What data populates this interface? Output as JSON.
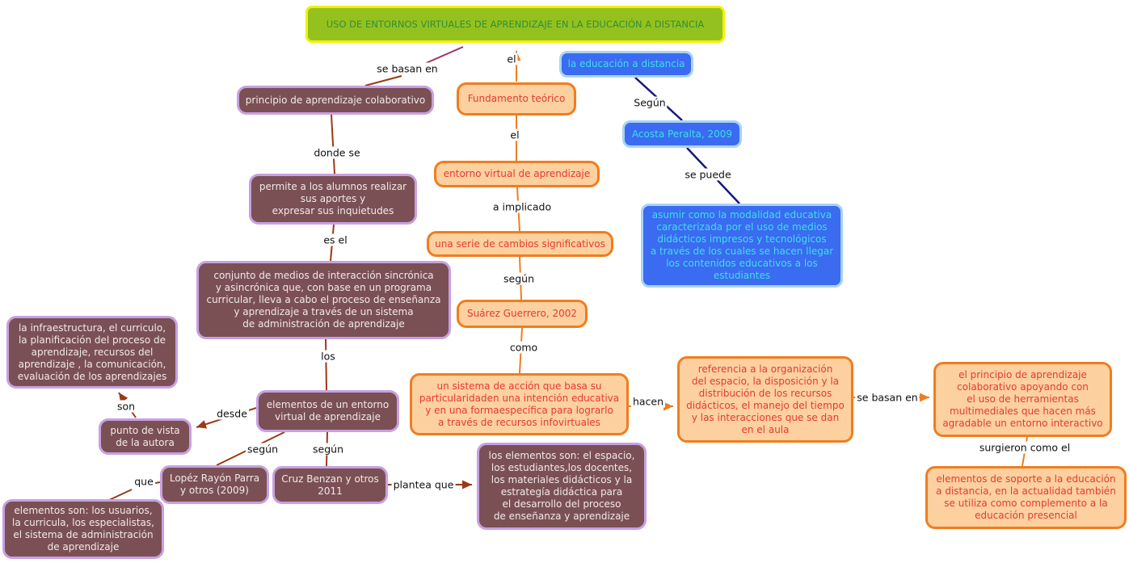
{
  "colors": {
    "title_fill": "#95C11F",
    "title_border": "#F0F202",
    "title_text": "#2F9038",
    "concept_brown_fill": "#7B5054",
    "concept_brown_border": "#C8A0E2",
    "concept_brown_text": "#F1E9E9",
    "concept_orange_fill": "#FDD0A0",
    "concept_orange_border": "#F07D1F",
    "concept_orange_text": "#E43B2E",
    "concept_blue_fill": "#3A6BF0",
    "concept_blue_border": "#A9D3F5",
    "concept_blue_text": "#3EDEE8",
    "line_brown": "#9A3A14",
    "line_orange": "#F07D1F",
    "line_navy": "#17177E",
    "line_purple": "#993366"
  },
  "nodes": {
    "title": "USO DE ENTORNOS VIRTUALES DE APRENDIZAJE EN LA EDUCACIÓN A DISTANCIA",
    "principio_colaborativo": "principio de aprendizaje colaborativo",
    "fundamento_teorico": "Fundamento teórico",
    "educacion_distancia": "la educación a distancia",
    "acosta_peralta": "Acosta Peralta, 2009",
    "entorno_virtual": "entorno virtual de aprendizaje",
    "permite_alumnos": "permite a los alumnos realizar\nsus aportes y\nexpresar sus inquietudes",
    "serie_cambios": "una serie de cambios significativos",
    "asumir_modalidad": "asumir como la modalidad educativa\ncaracterizada por el uso de medios\ndidácticos impresos y tecnológicos\na través de los cuales se hacen llegar\nlos contenidos educativos a los\nestudiantes",
    "conjunto_medios": "conjunto de medios de interacción sincrónica\ny asincrónica que, con base en un programa\ncurricular, lleva a cabo el proceso de enseñanza\ny aprendizaje a través de un sistema\nde administración de aprendizaje",
    "suarez_guerrero": "Suárez Guerrero, 2002",
    "infraestructura": "la infraestructura, el curriculo,\nla planificación del proceso de\naprendizaje, recursos del\naprendizaje , la comunicación,\nevaluación de los aprendizajes",
    "elementos_entorno": "elementos de un entorno\nvirtual de aprendizaje",
    "punto_vista": "punto de vista\nde la autora",
    "sistema_accion": "un sistema de acción que basa su\nparticularidaden una intención educativa\ny en una formaespecífica para lograrlo\na través de recursos infovirtuales",
    "referencia_organizacion": "referencia a la organización\ndel espacio, la disposición y la\ndistribución de los recursos\ndidácticos, el manejo del tiempo\ny las interacciones que se dan\nen el aula",
    "principio_apoyado": "el principio de aprendizaje\ncolaborativo apoyando con\nel uso de herramientas\nmultimediales que hacen más\nagradable un entorno interactivo",
    "lopez_rayon": "Lopéz Rayón Parra\ny otros (2009)",
    "cruz_benzan": "Cruz Benzan y otros\n2011",
    "elementos_espacio": "los elementos son: el espacio,\nlos estudiantes,los docentes,\nlos materiales didácticos y la\nestrategía didáctica para\nel desarrollo del proceso\nde enseñanza y aprendizaje",
    "elementos_usuarios": "elementos son: los usuarios,\nla curricula, los especialistas,\nel sistema de administración\nde aprendizaje",
    "elementos_soporte": "elementos de soporte a la educación\na distancia, en la actualidad también\nse utiliza como complemento a la\neducación presencial"
  },
  "link_labels": {
    "se_basan_en_left": "se basan en",
    "el_top": "el",
    "segun_cap": "Según",
    "el_mid": "el",
    "se_puede": "se puede",
    "donde_se": "donde se",
    "a_implicado": "a implicado",
    "es_el": "es el",
    "segun_suarez": "según",
    "los": "los",
    "como": "como",
    "son": "son",
    "desde": "desde",
    "hacen": "hacen",
    "se_basan_en_right": "se basan en",
    "segun_lopez": "según",
    "segun_cruz": "según",
    "surgieron_como_el": "surgieron como el",
    "que": "que",
    "plantea_que": "plantea que"
  }
}
